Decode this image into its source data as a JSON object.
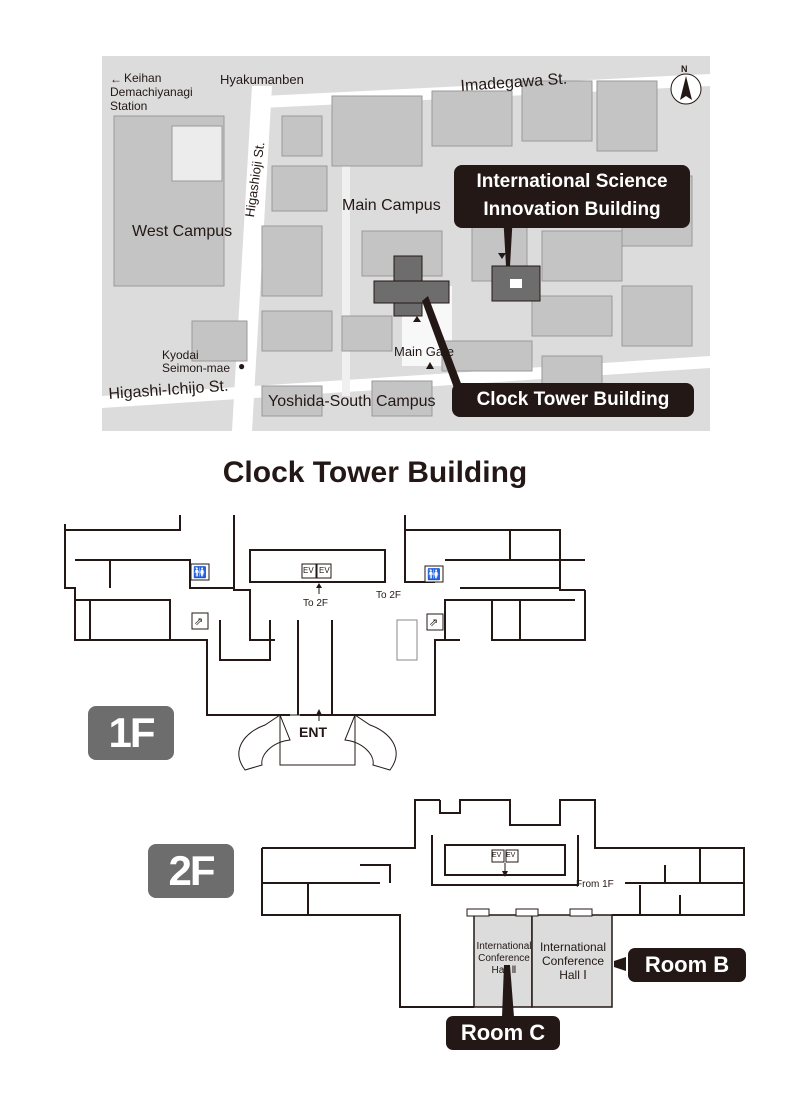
{
  "map": {
    "station": "Keihan Demachiyanagi Station",
    "station_arrow": "←",
    "station_line1": "Keihan",
    "station_line2": "Demachiyanagi",
    "station_line3": "Station",
    "hyakumanben": "Hyakumanben",
    "imadegawa": "Imadegawa St.",
    "higashioji": "Higashioji St.",
    "west_campus": "West Campus",
    "main_campus": "Main Campus",
    "kyodai_line1": "Kyodai",
    "kyodai_line2": "Seimon-mae",
    "main_gate": "Main Gate",
    "higashi_ichijo": "Higashi-Ichijo St.",
    "yoshida_south": "Yoshida-South Campus",
    "north": "N",
    "callout_isib_line1": "International Science",
    "callout_isib_line2": "Innovation Building",
    "callout_clock": "Clock Tower Building"
  },
  "page_title": "Clock Tower Building",
  "floor1": {
    "badge": "1F",
    "ev1": "EV",
    "ev2": "EV",
    "to2f_center": "To 2F",
    "to2f_right": "To 2F",
    "ent": "ENT"
  },
  "floor2": {
    "badge": "2F",
    "ev1": "EV",
    "ev2": "EV",
    "from1f": "From 1F",
    "hall2_line1": "International",
    "hall2_line2": "Conference",
    "hall2_line3": "Hall Ⅱ",
    "hall1_line1": "International",
    "hall1_line2": "Conference",
    "hall1_line3": "Hall Ⅰ",
    "room_b": "Room B",
    "room_c": "Room C"
  },
  "colors": {
    "ink": "#231815",
    "map_bg": "#dcdcdc",
    "building": "#c8c8c8",
    "highlight": "#6d6d6d",
    "hall_fill": "#dcdcdc"
  }
}
